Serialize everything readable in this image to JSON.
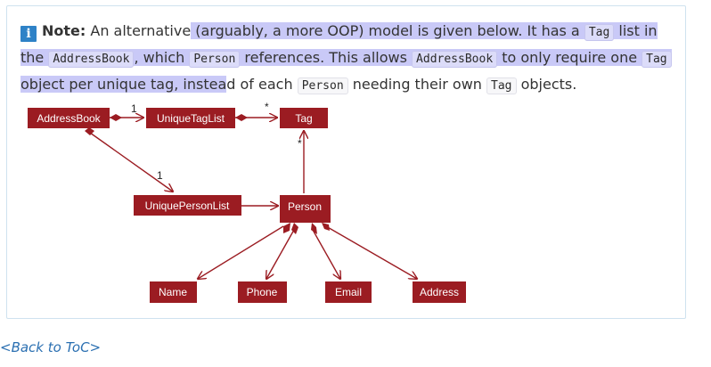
{
  "note": {
    "icon": "info-icon",
    "label": "Note:",
    "parts": [
      "An alternative",
      " (arguably, a more OOP) model is given below. It has a ",
      "Tag",
      " list in the ",
      "AddressBook",
      ", which ",
      "Person",
      " references. This allows ",
      "AddressBook",
      " to only require one ",
      "Tag",
      " object per unique tag, instea",
      "d of each ",
      "Person",
      " needing their own ",
      "Tag",
      " objects."
    ]
  },
  "diagram": {
    "classes": {
      "address_book": "AddressBook",
      "unique_tag_list": "UniqueTagList",
      "tag": "Tag",
      "unique_person_list": "UniquePersonList",
      "person": "Person",
      "name": "Name",
      "phone": "Phone",
      "email": "Email",
      "address": "Address"
    },
    "multiplicities": {
      "addressbook_to_uniquetaglist": "1",
      "uniquetaglist_to_tag": "*",
      "person_to_tag": "*",
      "addressbook_to_uniquepersonlist": "1"
    },
    "class_color": "#9b1c22"
  },
  "back_link": "<Back to ToC>"
}
